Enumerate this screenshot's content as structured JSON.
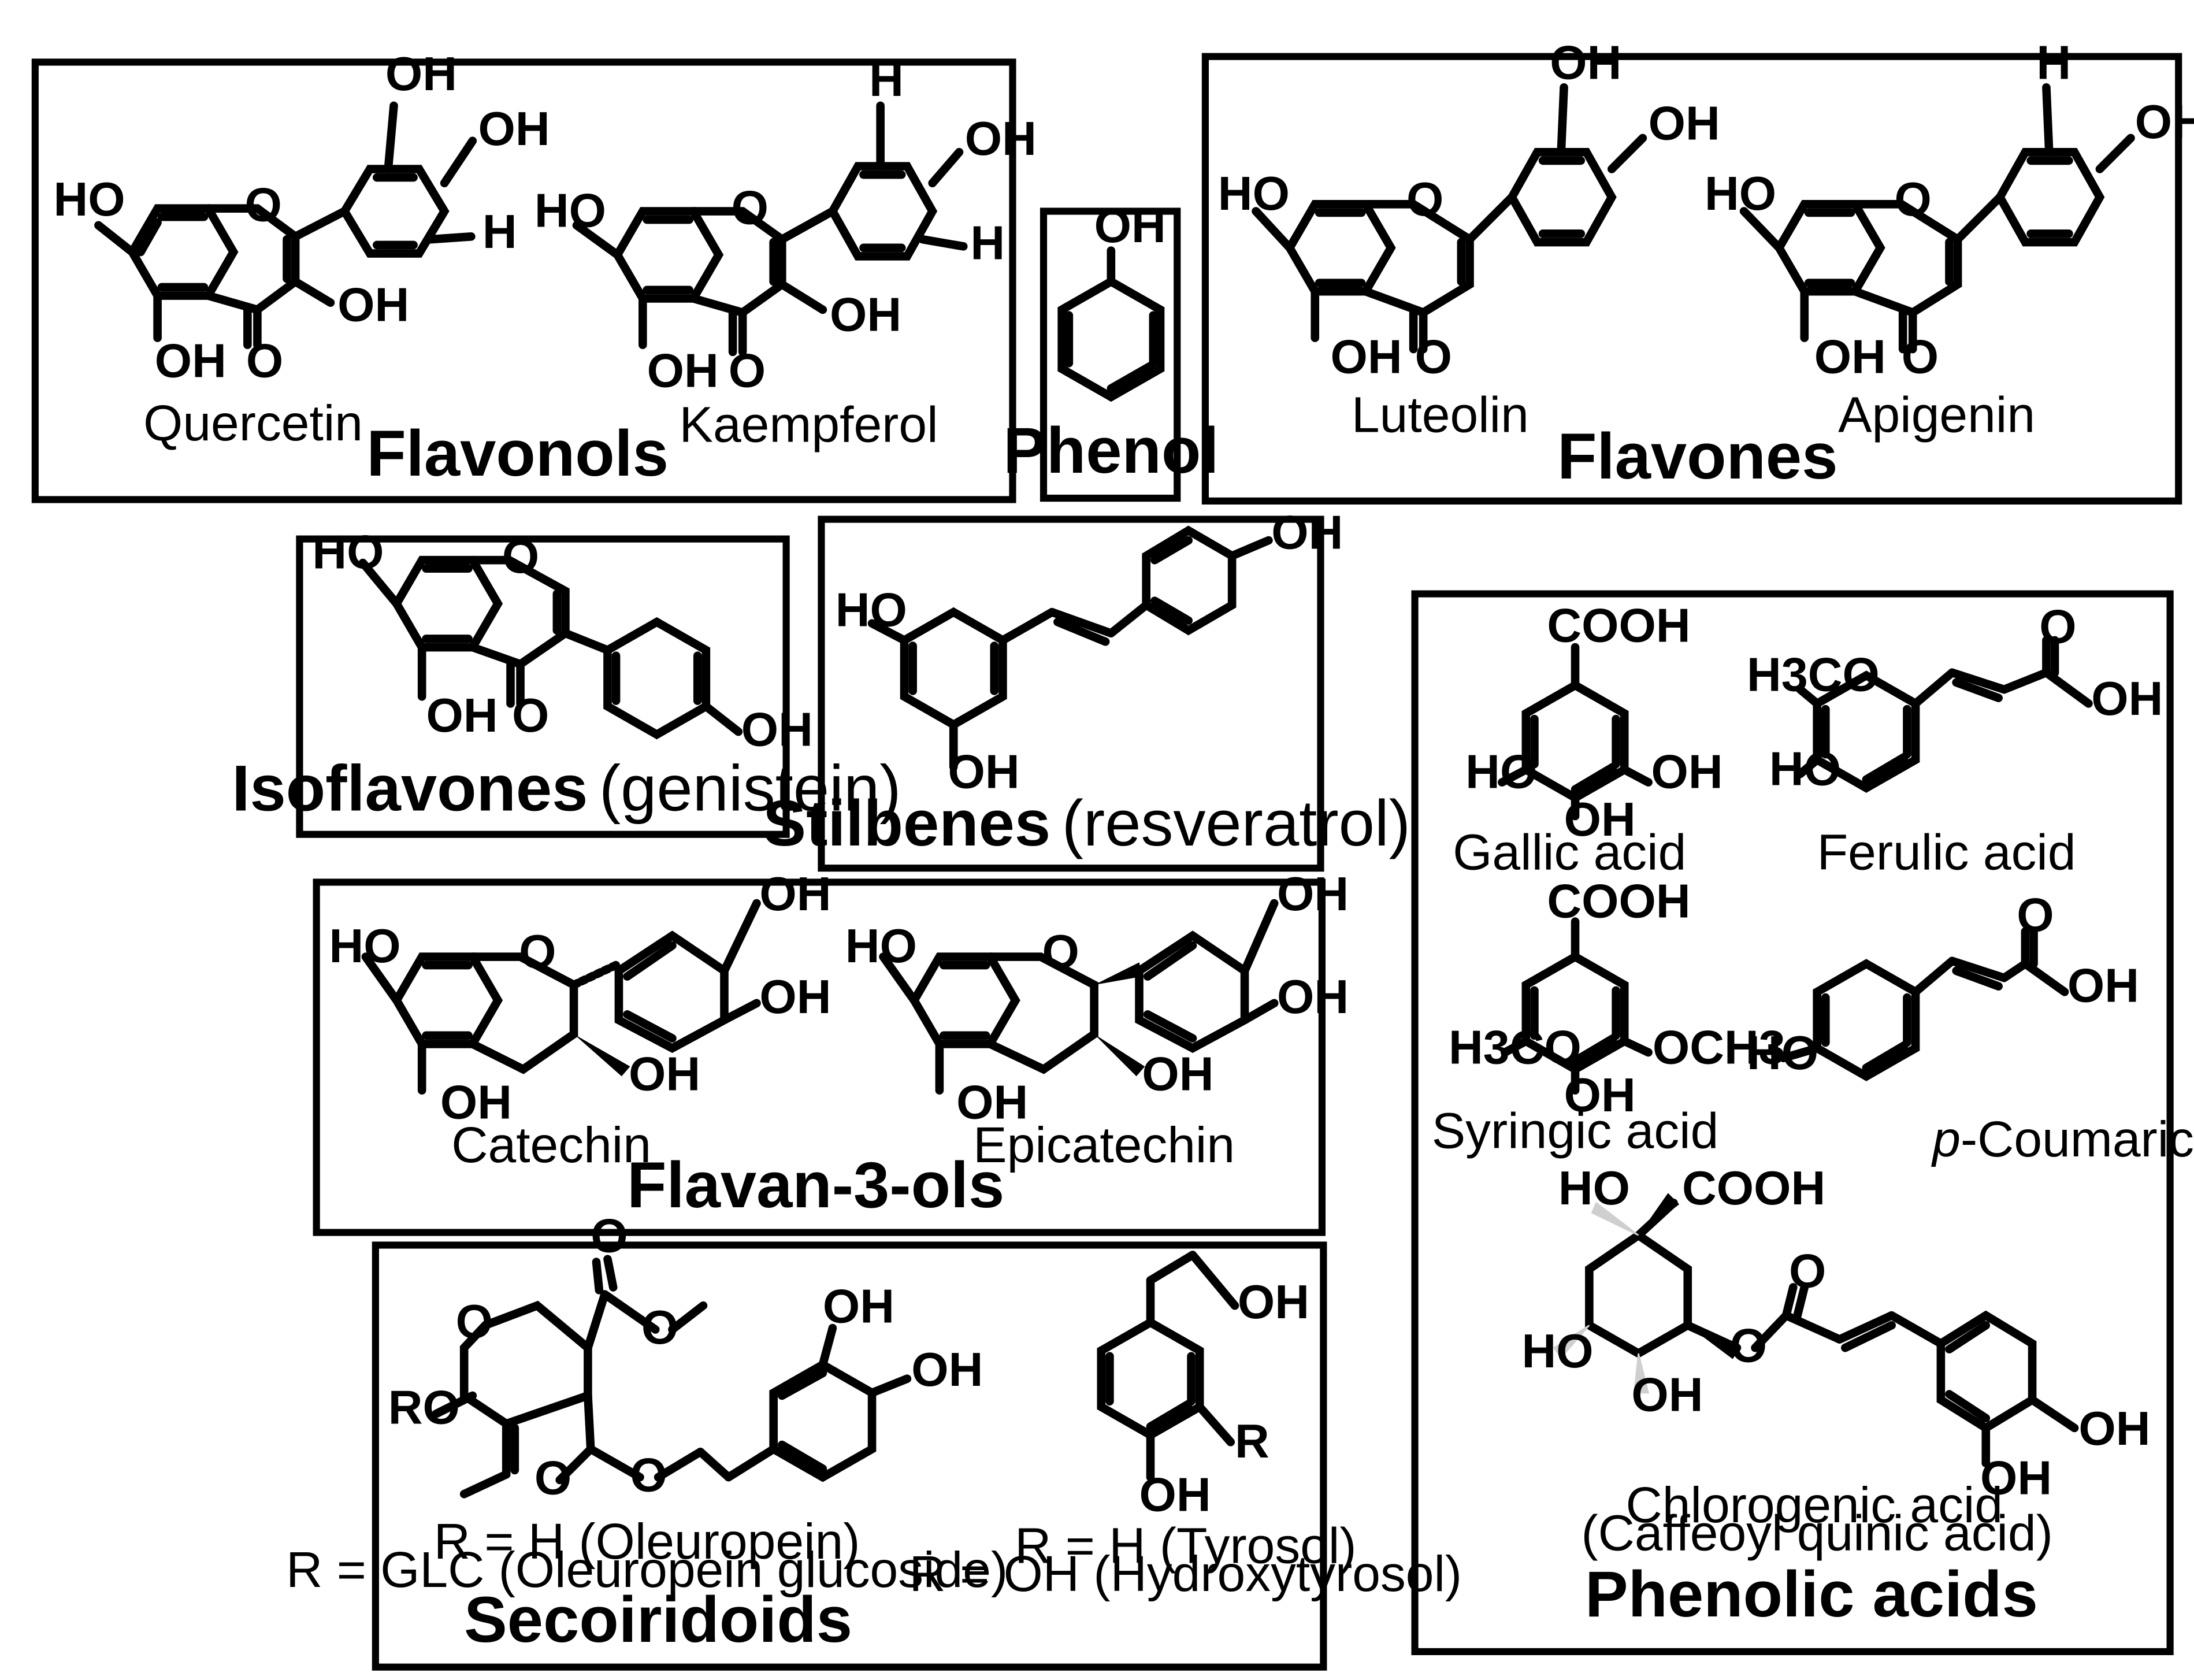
{
  "panels": {
    "flavonols": {
      "title": "Flavonols",
      "compound_1": "Quercetin",
      "compound_2": "Kaempferol"
    },
    "phenol": {
      "title": "Phenol"
    },
    "flavones": {
      "title": "Flavones",
      "compound_1": "Luteolin",
      "compound_2": "Apigenin"
    },
    "isoflavones": {
      "title": "Isoflavones",
      "example": "(genistein)"
    },
    "stilbenes": {
      "title": "Stilbenes",
      "example": "(resveratrol)"
    },
    "flavan3ols": {
      "title": "Flavan-3-ols",
      "compound_1": "Catechin",
      "compound_2": "Epicatechin"
    },
    "secoiridoids": {
      "title": "Secoiridoids",
      "legend_1a": "R = H (Oleuropein)",
      "legend_1b": "R = GLC (Oleuropein glucoside)",
      "legend_2a": "R = H (Tyrosol)",
      "legend_2b": "R = OH (Hydroxytyrosol)"
    },
    "phenolic_acids": {
      "title": "Phenolic acids",
      "compound_1": "Gallic acid",
      "compound_2": "Ferulic acid",
      "compound_3": "Syringic acid",
      "compound_4_prefix": "p",
      "compound_4_rest": "-Coumaric  acid",
      "compound_5": "Chlorogenic acid",
      "compound_5_alt": "(Caffeoyl quinic acid)"
    }
  },
  "atoms": {
    "oh": "OH",
    "ho": "HO",
    "o": "O",
    "h": "H",
    "r": "R",
    "ro": "RO",
    "cooh": "COOH",
    "h3co": "H3CO",
    "och3": "OCH3"
  }
}
